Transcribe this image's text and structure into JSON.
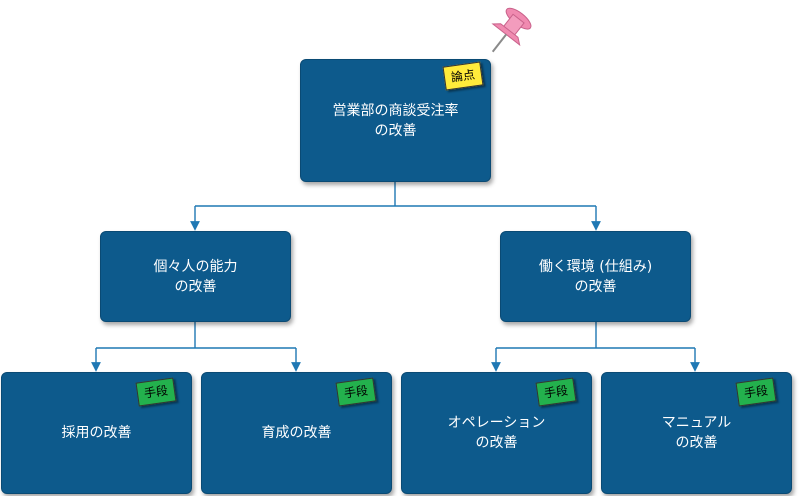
{
  "colors": {
    "box": "#0d5a8c",
    "connector": "#1f78b4",
    "issue_tag": "#ffeb3b",
    "means_tag": "#23b14d",
    "pin": "#f08ab0"
  },
  "root": {
    "line1": "営業部の商談受注率",
    "line2": "の改善",
    "tag": "論点"
  },
  "branches": [
    {
      "line1": "個々人の能力",
      "line2": "の改善"
    },
    {
      "line1": "働く環境 (仕組み)",
      "line2": "の改善"
    }
  ],
  "leaves": [
    {
      "line1": "採用の改善",
      "line2": "",
      "tag": "手段"
    },
    {
      "line1": "育成の改善",
      "line2": "",
      "tag": "手段"
    },
    {
      "line1": "オペレーション",
      "line2": "の改善",
      "tag": "手段"
    },
    {
      "line1": "マニュアル",
      "line2": "の改善",
      "tag": "手段"
    }
  ],
  "icons": {
    "pin": "push-pin-icon"
  }
}
